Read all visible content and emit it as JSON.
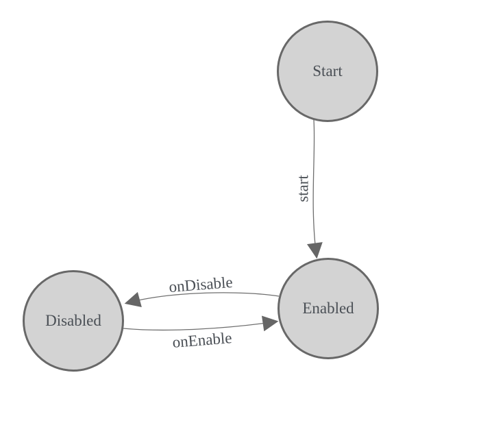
{
  "diagram": {
    "type": "state-machine",
    "nodes": [
      {
        "id": "start",
        "label": "Start"
      },
      {
        "id": "enabled",
        "label": "Enabled"
      },
      {
        "id": "disabled",
        "label": "Disabled"
      }
    ],
    "edges": [
      {
        "from": "Start",
        "to": "Enabled",
        "label": "start"
      },
      {
        "from": "Enabled",
        "to": "Disabled",
        "label": "onDisable"
      },
      {
        "from": "Disabled",
        "to": "Enabled",
        "label": "onEnable"
      }
    ],
    "colors": {
      "background": "#ffffff",
      "node_fill": "#d3d3d3",
      "node_border": "#686868",
      "edge_line": "#6e6e6e",
      "arrowhead": "#666666",
      "text": "#4a4f55"
    }
  }
}
